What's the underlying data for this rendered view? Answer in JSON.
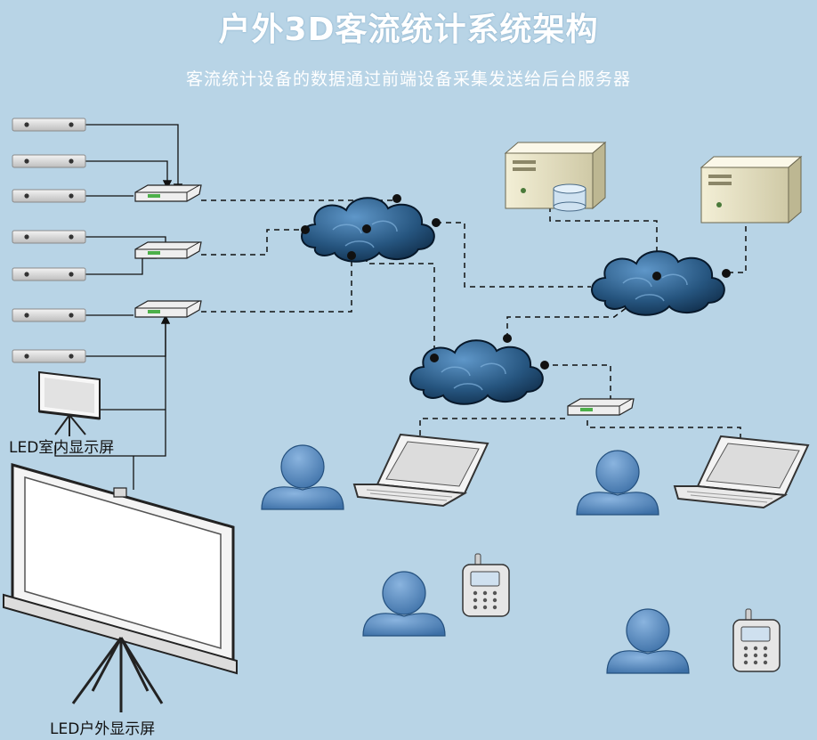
{
  "title": "户外3D客流统计系统架构",
  "subtitle": "客流统计设备的数据通过前端设备采集发送给后台服务器",
  "labels": {
    "indoor_screen": "LED室内显示屏",
    "outdoor_screen": "LED户外显示屏"
  },
  "icons": {
    "counter": "people-counter-icon",
    "switch": "network-switch-icon",
    "cloud": "network-cloud-icon",
    "server": "server-icon",
    "database": "database-icon",
    "laptop": "laptop-icon",
    "user": "user-icon",
    "phone": "mobile-phone-icon",
    "screen": "projection-screen-icon"
  },
  "colors": {
    "background": "#b8d4e6",
    "cloud": "#1f4e7a",
    "user": "#5b8fc4",
    "line": "#222222"
  }
}
